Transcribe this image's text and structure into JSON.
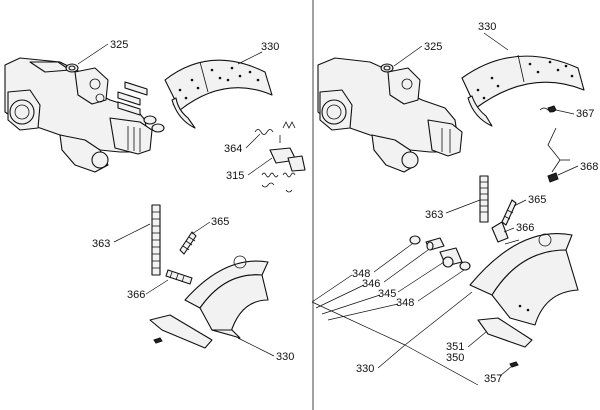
{
  "left_panel": {
    "labels": {
      "l325": "325",
      "l330_top": "330",
      "l364": "364",
      "l315": "315",
      "l363": "363",
      "l365": "365",
      "l366": "366",
      "l330_bottom": "330"
    }
  },
  "right_panel": {
    "labels": {
      "r330_top": "330",
      "r325": "325",
      "r367": "367",
      "r368": "368",
      "r363": "363",
      "r365": "365",
      "r366": "366",
      "r348a": "348",
      "r346": "346",
      "r345": "345",
      "r348b": "348",
      "r351": "351",
      "r350": "350",
      "r330_bottom": "330",
      "r357": "357"
    }
  }
}
